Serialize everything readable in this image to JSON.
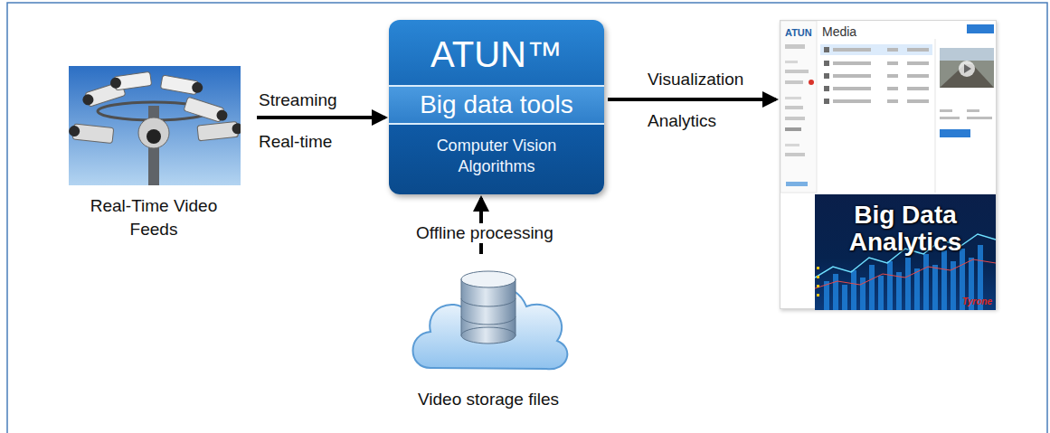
{
  "diagram": {
    "nodes": [
      {
        "text": [
          "Real-Time Video Feeds"
        ]
      },
      {
        "text": [
          "ATUN™"
        ]
      },
      {
        "text": [
          "Big data tools"
        ],
        "in": 1
      },
      {
        "text": [
          "Computer Vision Algorithms"
        ],
        "in": 1
      },
      {
        "text": [
          "Video storage files"
        ]
      },
      {
        "text": [
          "ATUN",
          "Media"
        ]
      },
      {
        "text": [
          "Big Data Analytics"
        ],
        "in": 5
      }
    ],
    "edges": [
      {
        "from": 0,
        "to": 1,
        "label": "Streaming Real-time",
        "arrow": "to"
      },
      {
        "from": 4,
        "to": 1,
        "label": "Offline processing",
        "arrow": "to"
      },
      {
        "from": 1,
        "to": 5,
        "label": "Visualization Analytics",
        "arrow": "to"
      }
    ],
    "labels": [
      "Tyrone"
    ]
  }
}
